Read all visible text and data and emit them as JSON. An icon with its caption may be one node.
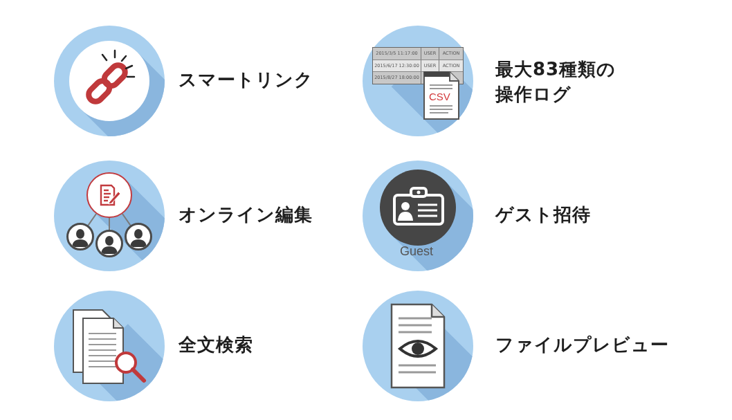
{
  "diagram": {
    "nodes": [
      {
        "text": [],
        "shape": "circle"
      },
      {
        "text": [],
        "shape": "person"
      },
      {
        "text": [],
        "shape": "person"
      },
      {
        "text": [],
        "shape": "person"
      }
    ],
    "edges": [
      {
        "from": 0,
        "to": 1,
        "arrow": "none"
      },
      {
        "from": 0,
        "to": 2,
        "arrow": "none"
      },
      {
        "from": 0,
        "to": 3,
        "arrow": "none"
      }
    ],
    "labels": [
      "スマートリンク",
      "2015/3/5 11:17:00",
      "USER",
      "ACTION",
      "2015/6/17 12:30:00",
      "USER",
      "ACTION",
      "2015/8/27 18:00:00",
      "CSV",
      "最大83種類の操作ログ",
      "オンライン編集",
      "Guest",
      "ゲスト招待",
      "全文検索",
      "ファイルプレビュー"
    ]
  }
}
